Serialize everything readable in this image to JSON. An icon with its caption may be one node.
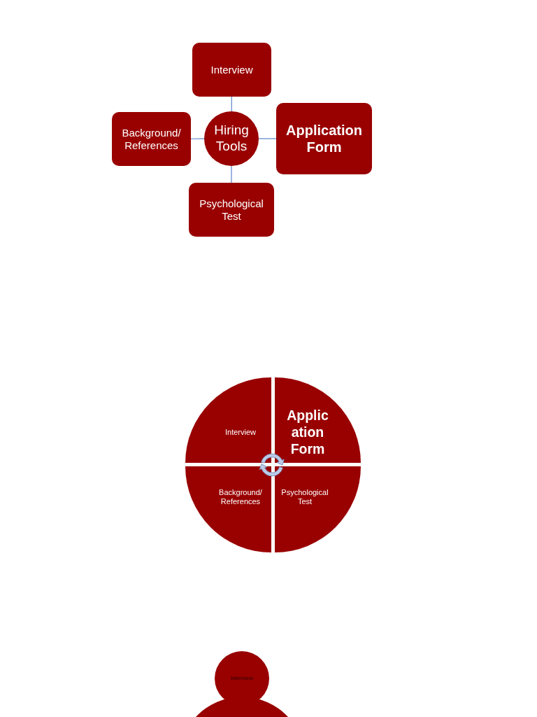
{
  "diagram": {
    "nodes": [
      {
        "text": [
          "Interview"
        ]
      },
      {
        "text": [
          "Background/ References"
        ]
      },
      {
        "text": [
          "Hiring Tools"
        ]
      },
      {
        "text": [
          "Application Form"
        ]
      },
      {
        "text": [
          "Psychological Test"
        ]
      },
      {
        "text": [
          "Interview"
        ]
      },
      {
        "text": [
          "Application Form"
        ]
      },
      {
        "text": [
          "Background/ References"
        ]
      },
      {
        "text": [
          "Psychological Test"
        ]
      },
      {
        "text": [
          "Interview"
        ]
      }
    ],
    "edges": [
      {
        "from": 2,
        "to": 0,
        "arrow": "none"
      },
      {
        "from": 2,
        "to": 1,
        "arrow": "none"
      },
      {
        "from": 2,
        "to": 3,
        "arrow": "none"
      },
      {
        "from": 2,
        "to": 4,
        "arrow": "none"
      }
    ]
  }
}
